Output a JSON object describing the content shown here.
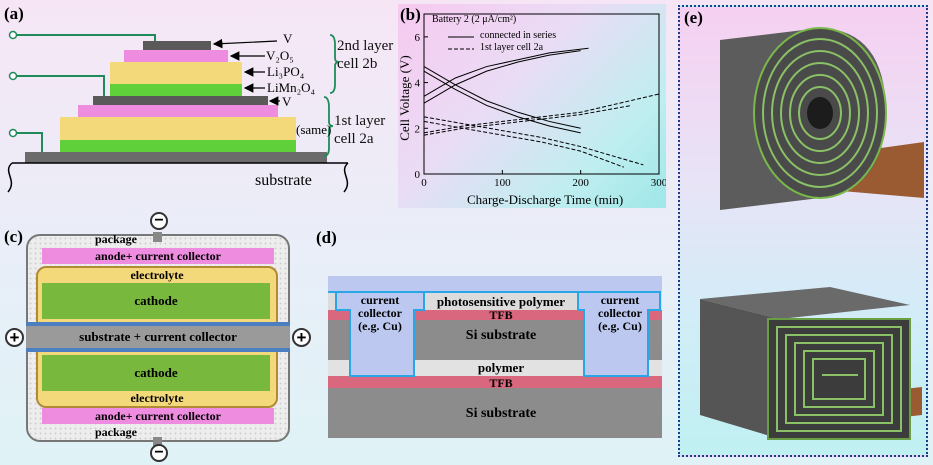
{
  "panels": {
    "a": {
      "label": "(a)",
      "layers": [
        "V",
        "V₂O₅",
        "Li₃PO₄",
        "LiMn₂O₄",
        "V"
      ],
      "same_label": "(same)",
      "group_2nd_line1": "2nd layer",
      "group_2nd_line2": "cell 2b",
      "group_1st_line1": "1st layer",
      "group_1st_line2": "cell 2a",
      "substrate_label": "substrate"
    },
    "b": {
      "label": "(b)",
      "header": "Battery 2  (2 μA/cm²)"
    },
    "c": {
      "label": "(c)",
      "package_top": "package",
      "anode_top": "anode+ current collector",
      "electrolyte_top": "electrolyte",
      "cathode_top": "cathode",
      "substrate": "substrate + current collector",
      "cathode_bottom": "cathode",
      "electrolyte_bottom": "electrolyte",
      "anode_bottom": "anode+ current collector",
      "package_bottom": "package",
      "minus_symbol": "−",
      "plus_symbol": "+"
    },
    "d": {
      "label": "(d)",
      "cc_left_line1": "current",
      "cc_left_line2": "collector",
      "cc_left_line3": "(e.g. Cu)",
      "cc_right_line1": "current",
      "cc_right_line2": "collector",
      "cc_right_line3": "(e.g. Cu)",
      "photopolymer": "photosensitive polymer",
      "tfb_top": "TFB",
      "si_top": "Si substrate",
      "polymer": "polymer",
      "tfb_bottom": "TFB",
      "si_bottom": "Si substrate"
    },
    "e": {
      "label": "(e)"
    }
  },
  "chart_data": {
    "type": "line",
    "xlabel": "Charge-Discharge Time (min)",
    "ylabel": "Cell Voltage (V)",
    "xlim": [
      0,
      300
    ],
    "ylim": [
      0,
      7
    ],
    "xticks": [
      0,
      100,
      200,
      300
    ],
    "yticks": [
      0,
      2,
      4,
      6
    ],
    "legend": [
      "connected in series",
      "1st layer cell 2a"
    ],
    "legend_position": "top-right",
    "series": [
      {
        "name": "connected in series",
        "style": "solid",
        "x": [
          0,
          40,
          80,
          120,
          160,
          200
        ],
        "y": [
          3.1,
          3.9,
          4.5,
          4.9,
          5.2,
          5.4
        ]
      },
      {
        "name": "connected in series",
        "style": "solid",
        "x": [
          0,
          40,
          80,
          120,
          160,
          210
        ],
        "y": [
          3.4,
          4.2,
          4.7,
          5.0,
          5.3,
          5.5
        ]
      },
      {
        "name": "connected in series",
        "style": "solid",
        "x": [
          0,
          40,
          80,
          120,
          160,
          200
        ],
        "y": [
          4.7,
          3.9,
          3.2,
          2.7,
          2.3,
          2.0
        ]
      },
      {
        "name": "connected in series",
        "style": "solid",
        "x": [
          0,
          40,
          80,
          120,
          160,
          200
        ],
        "y": [
          4.5,
          3.7,
          3.0,
          2.5,
          2.1,
          1.8
        ]
      },
      {
        "name": "1st layer cell 2a",
        "style": "dashed",
        "x": [
          0,
          50,
          100,
          150,
          200,
          265
        ],
        "y": [
          1.7,
          2.0,
          2.2,
          2.4,
          2.6,
          3.0
        ]
      },
      {
        "name": "1st layer cell 2a",
        "style": "dashed",
        "x": [
          0,
          50,
          100,
          150,
          200,
          300
        ],
        "y": [
          1.8,
          2.1,
          2.3,
          2.5,
          2.7,
          3.5
        ]
      },
      {
        "name": "1st layer cell 2a",
        "style": "dashed",
        "x": [
          0,
          50,
          100,
          150,
          200,
          280
        ],
        "y": [
          2.5,
          2.2,
          1.9,
          1.6,
          1.2,
          0.4
        ]
      },
      {
        "name": "1st layer cell 2a",
        "style": "dashed",
        "x": [
          0,
          50,
          100,
          150,
          200,
          255
        ],
        "y": [
          2.3,
          2.0,
          1.7,
          1.4,
          1.0,
          0.3
        ]
      }
    ]
  }
}
